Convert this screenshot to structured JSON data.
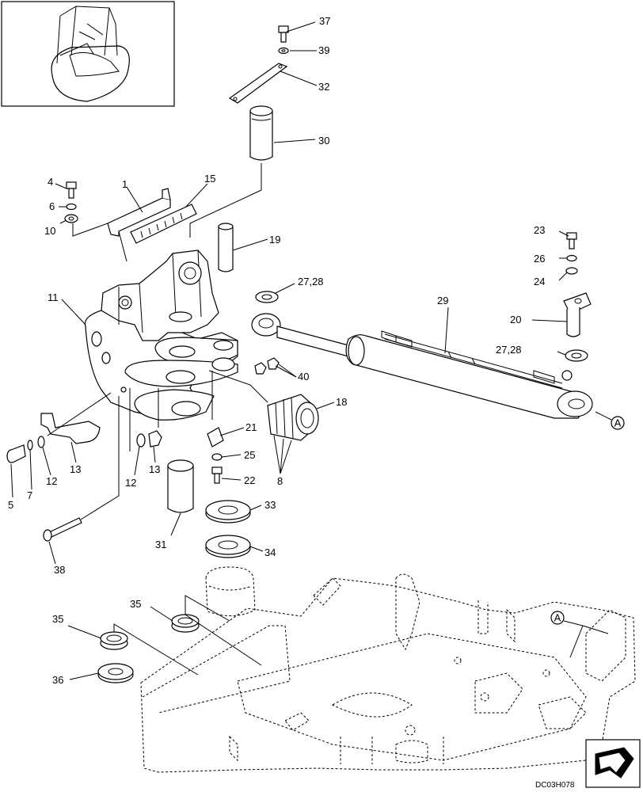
{
  "drawing_code": "DC03H078",
  "ref_marker": "A",
  "labels": {
    "p1": "1",
    "p4": "4",
    "p5": "5",
    "p6": "6",
    "p7": "7",
    "p8": "8",
    "p10": "10",
    "p11": "11",
    "p12a": "12",
    "p12b": "12",
    "p13a": "13",
    "p13b": "13",
    "p15": "15",
    "p18": "18",
    "p19": "19",
    "p20": "20",
    "p21": "21",
    "p22": "22",
    "p23": "23",
    "p24": "24",
    "p25": "25",
    "p26": "26",
    "p2728a": "27,28",
    "p2728b": "27,28",
    "p29": "29",
    "p30": "30",
    "p31": "31",
    "p32": "32",
    "p33": "33",
    "p34": "34",
    "p35a": "35",
    "p35b": "35",
    "p36": "36",
    "p37": "37",
    "p38": "38",
    "p39": "39",
    "p40": "40"
  },
  "icons": {
    "thumbnail": "excavator-cab-thumbnail-icon",
    "orientation": "forward-arrow-icon"
  }
}
